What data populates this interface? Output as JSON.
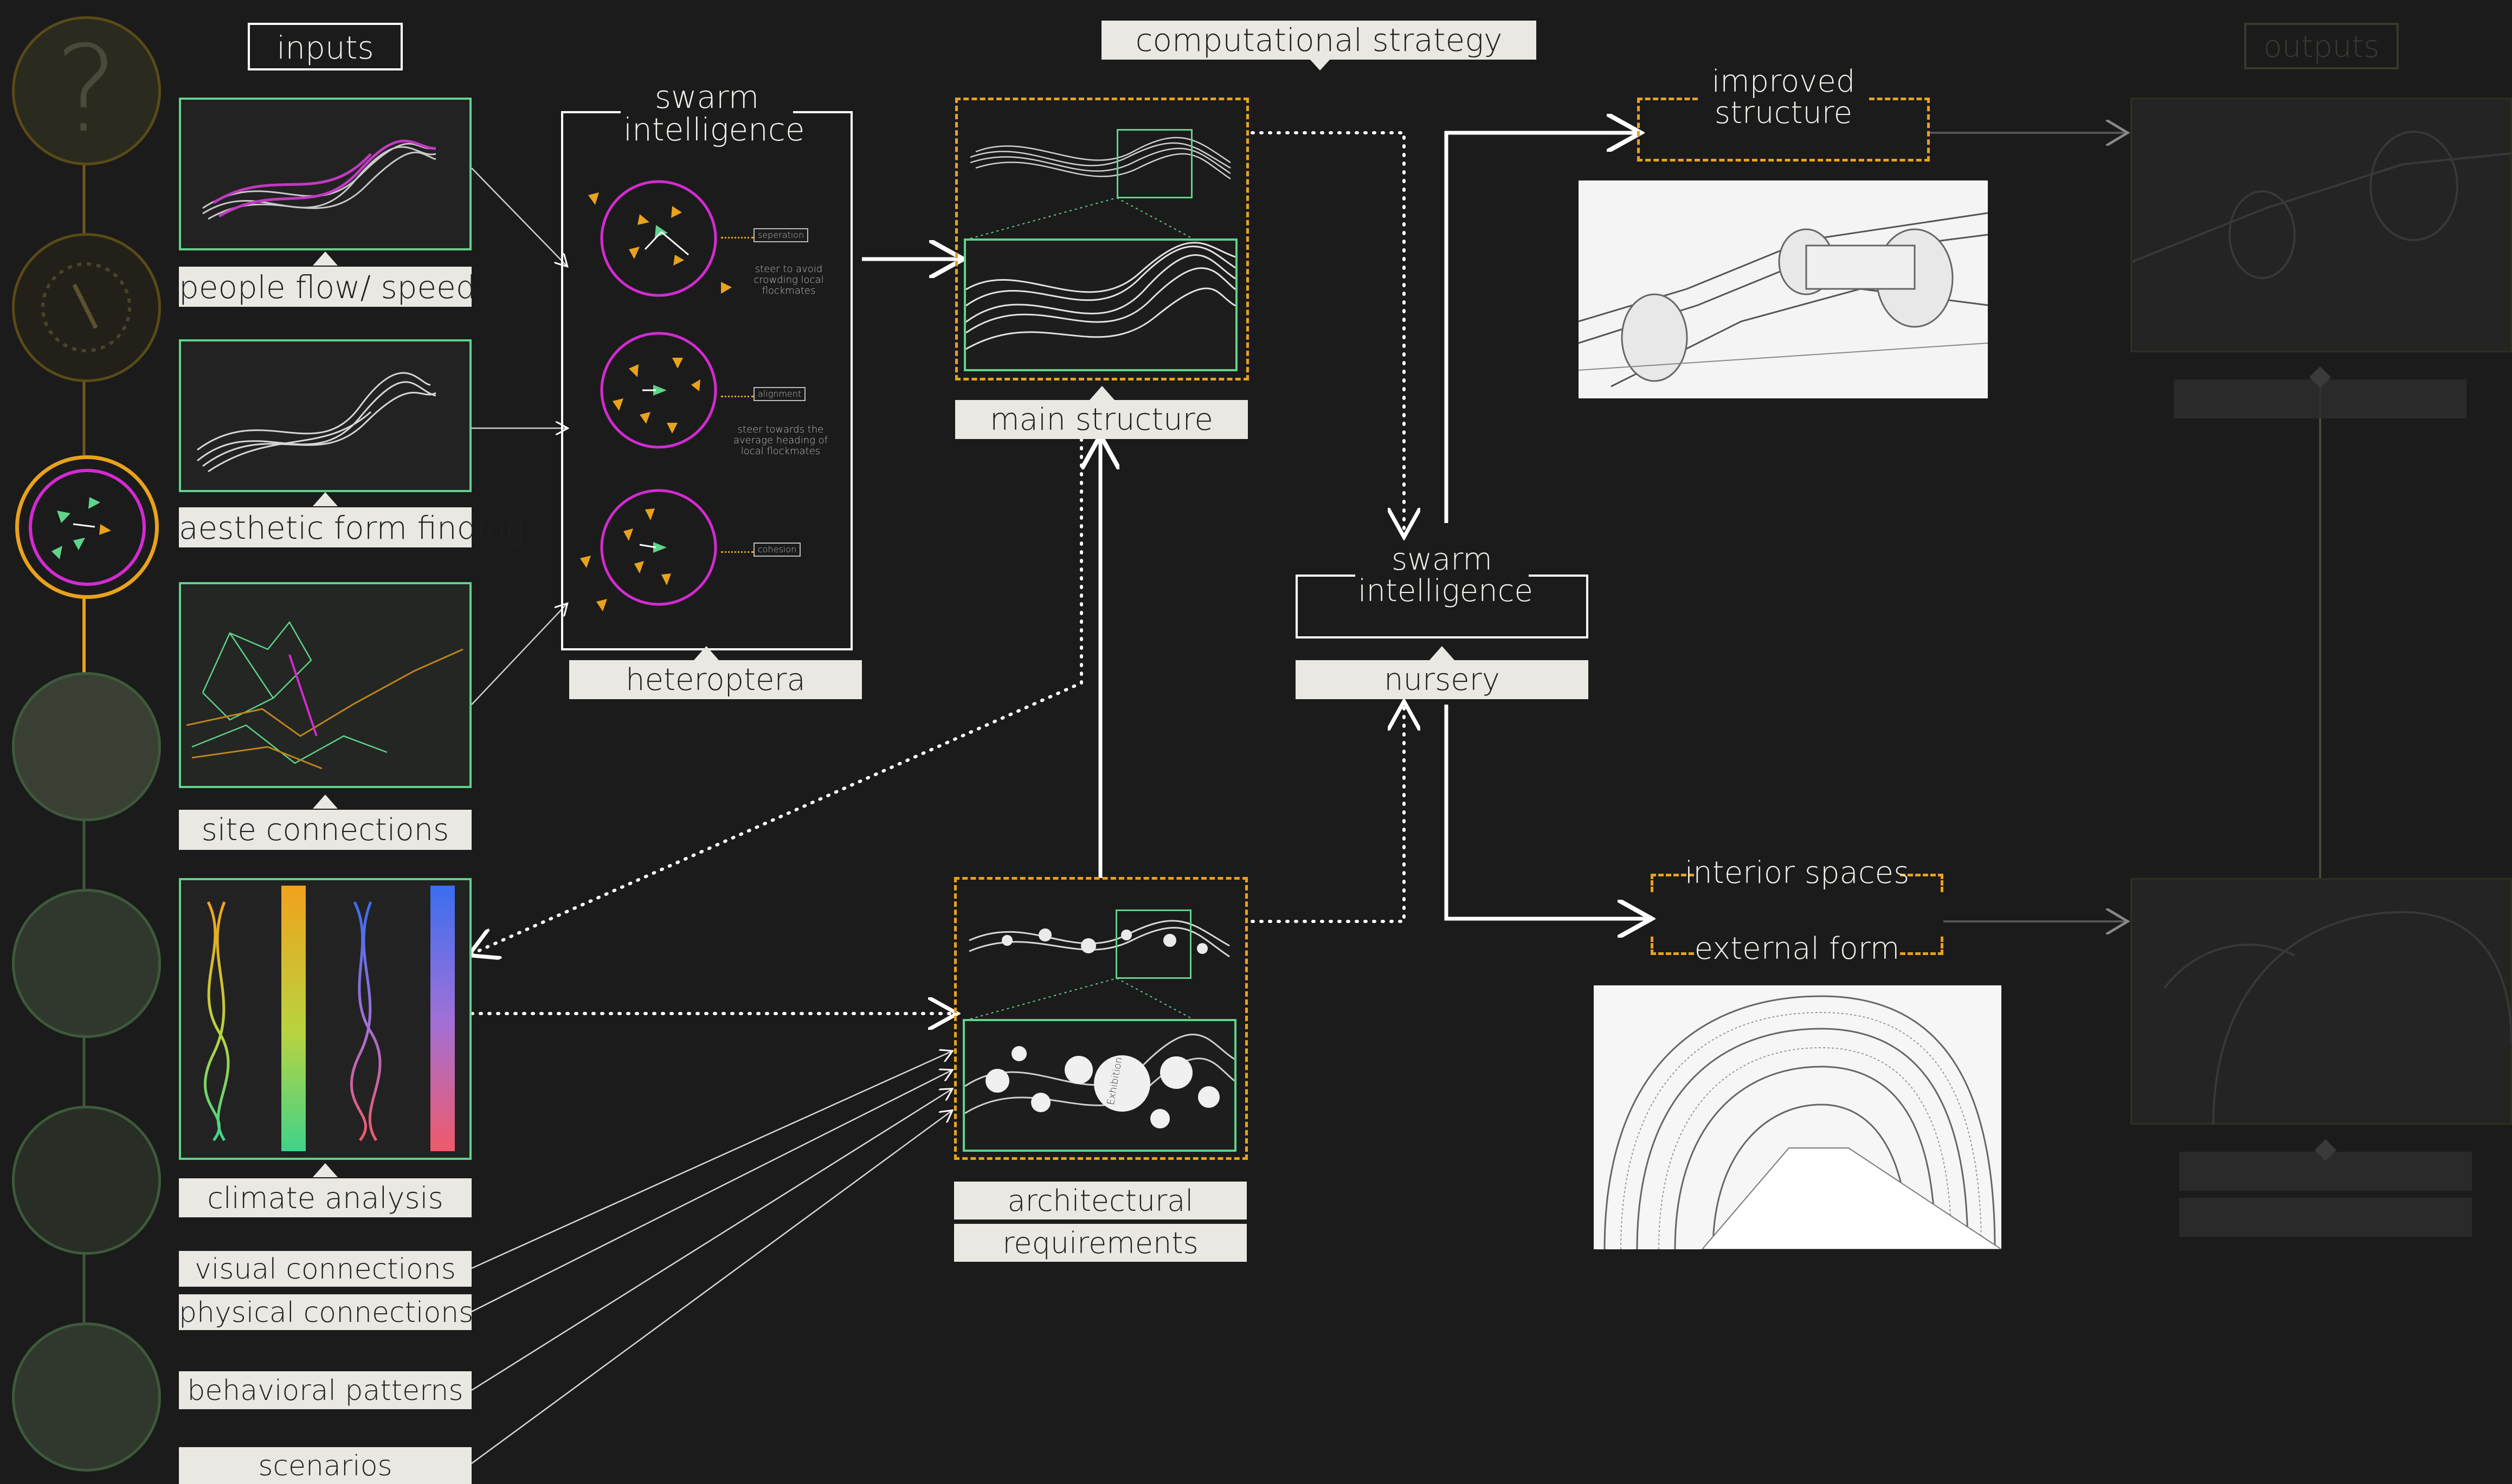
{
  "headers": {
    "inputs": "inputs",
    "strategy": "computational strategy",
    "outputs": "outputs"
  },
  "inputs": {
    "people_flow": "people flow/ speed",
    "aesthetic": "aesthetic form finding",
    "site": "site connections",
    "climate": "climate analysis",
    "visual": "visual connections",
    "physical": "physical connections",
    "behavioral": "behavioral patterns",
    "scenarios": "scenarios"
  },
  "heteroptera": {
    "title_line1": "swarm",
    "title_line2": "intelligence",
    "label": "heteroptera",
    "rules": [
      {
        "tag": "seperation",
        "note": "steer to avoid crowding local flockmates"
      },
      {
        "tag": "alignment",
        "note": "steer towards the average heading of local flockmates"
      },
      {
        "tag": "cohesion",
        "note": ""
      }
    ]
  },
  "main_structure": {
    "label": "main structure"
  },
  "arch_req": {
    "line1": "architectural",
    "line2": "requirements",
    "inset_text": "Exhibition"
  },
  "nursery": {
    "title_line1": "swarm",
    "title_line2": "intelligence",
    "label": "nursery"
  },
  "outputs_mid": {
    "improved_line1": "improved",
    "improved_line2": "structure",
    "interior": "interior spaces",
    "external": "external form"
  },
  "sidebar": {
    "question_mark": "?"
  },
  "colors": {
    "background": "#1b1b1b",
    "label_bg": "#e9e8e3",
    "green_frame": "#5fd38a",
    "orange_dash": "#e8a21c",
    "magenta": "#d42ad1",
    "white_line": "#ffffff"
  }
}
